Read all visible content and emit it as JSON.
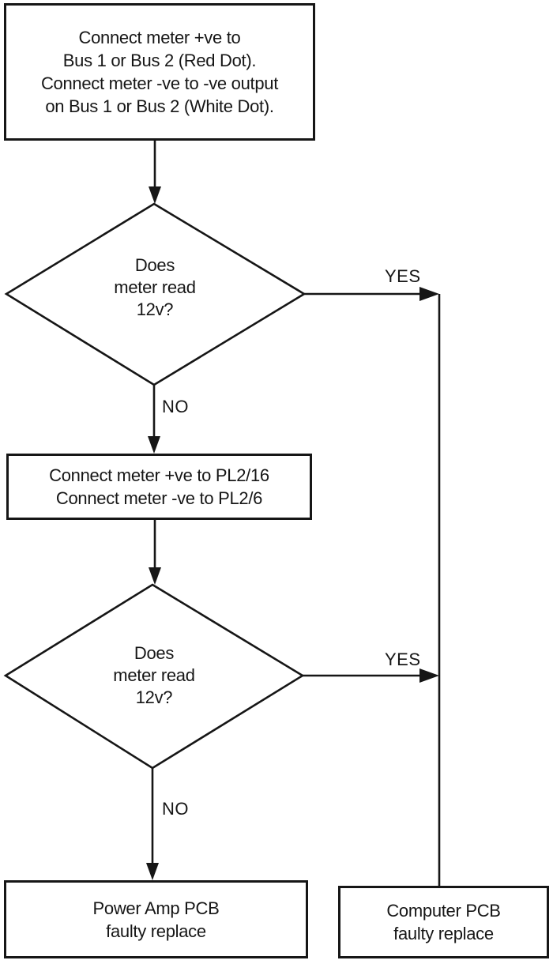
{
  "flowchart": {
    "nodes": {
      "step1": {
        "type": "process",
        "lines": [
          "Connect meter +ve to",
          "Bus 1 or Bus 2 (Red Dot).",
          "Connect meter -ve to -ve output",
          "on Bus 1 or Bus 2 (White Dot)."
        ]
      },
      "decision1": {
        "type": "decision",
        "lines": [
          "Does",
          "meter read",
          "12v?"
        ]
      },
      "step2": {
        "type": "process",
        "lines": [
          "Connect meter +ve to PL2/16",
          "Connect meter -ve to PL2/6"
        ]
      },
      "decision2": {
        "type": "decision",
        "lines": [
          "Does",
          "meter read",
          "12v?"
        ]
      },
      "power_amp_pcb": {
        "type": "terminal",
        "lines": [
          "Power Amp PCB",
          "faulty replace"
        ]
      },
      "computer_pcb": {
        "type": "terminal",
        "lines": [
          "Computer PCB",
          "faulty replace"
        ]
      }
    },
    "edges": [
      {
        "from": "step1",
        "to": "decision1",
        "label": ""
      },
      {
        "from": "decision1",
        "to": "computer_pcb",
        "label": "YES"
      },
      {
        "from": "decision1",
        "to": "step2",
        "label": "NO"
      },
      {
        "from": "step2",
        "to": "decision2",
        "label": ""
      },
      {
        "from": "decision2",
        "to": "computer_pcb",
        "label": "YES"
      },
      {
        "from": "decision2",
        "to": "power_amp_pcb",
        "label": "NO"
      }
    ],
    "colors": {
      "line": "#161616",
      "text": "#161616",
      "background": "#ffffff"
    }
  }
}
